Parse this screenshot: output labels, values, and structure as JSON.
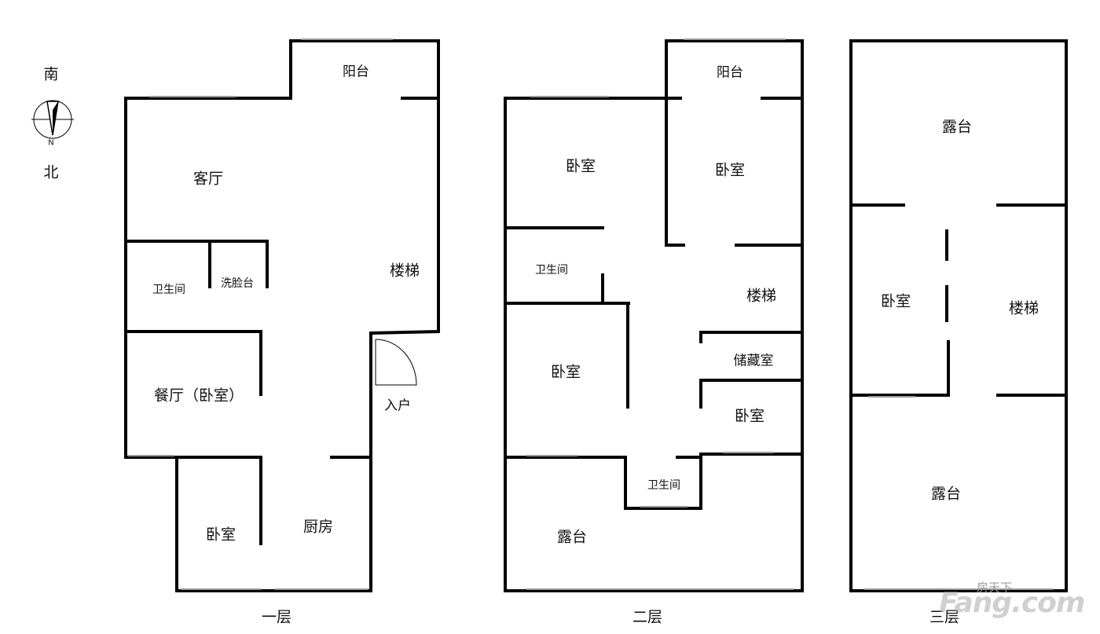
{
  "compass": {
    "south": "南",
    "north": "北",
    "letter": "N"
  },
  "floors": [
    {
      "label": "一层",
      "rooms": [
        "阳台",
        "客厅",
        "楼梯",
        "卫生间",
        "洗脸台",
        "餐厅（卧室）",
        "入户",
        "卧室",
        "厨房"
      ]
    },
    {
      "label": "二层",
      "rooms": [
        "阳台",
        "卧室",
        "卧室",
        "卫生间",
        "楼梯",
        "卧室",
        "储藏室",
        "卧室",
        "卫生间",
        "露台"
      ]
    },
    {
      "label": "三层",
      "rooms": [
        "露台",
        "卧室",
        "楼梯",
        "露台"
      ]
    }
  ],
  "watermark": {
    "cn": "房天下",
    "en": "Fang.com"
  }
}
